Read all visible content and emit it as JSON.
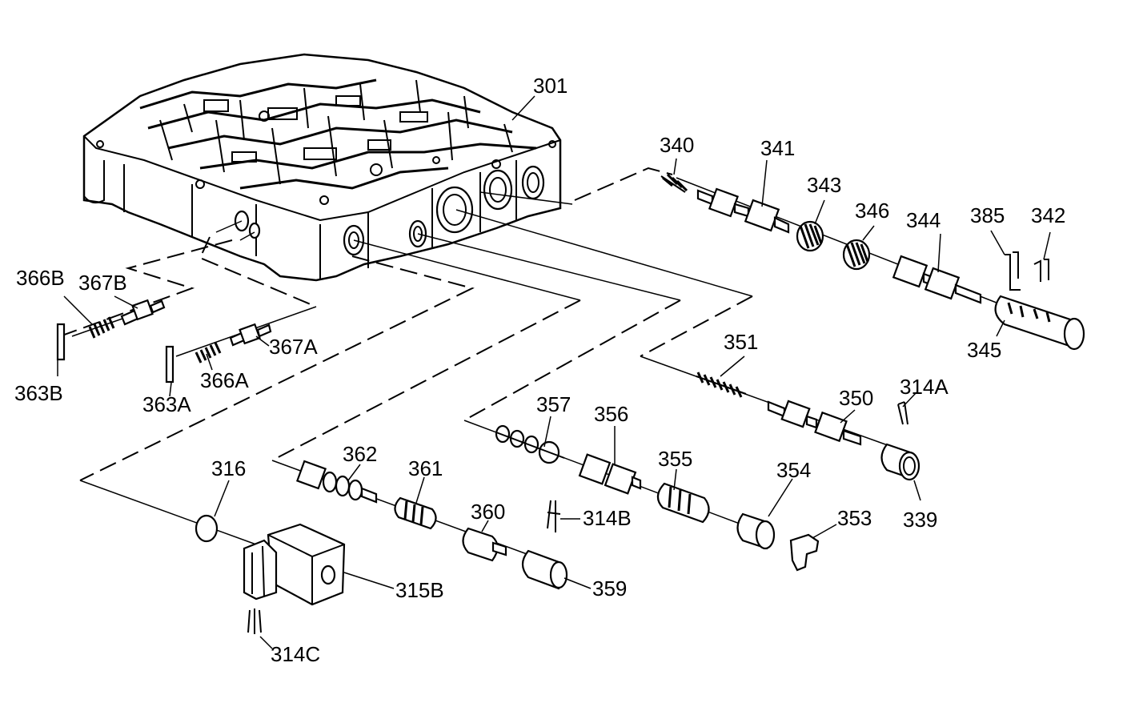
{
  "labels": {
    "l301": "301",
    "l340": "340",
    "l341": "341",
    "l343": "343",
    "l346": "346",
    "l344": "344",
    "l385": "385",
    "l342": "342",
    "l345": "345",
    "l366B": "366B",
    "l367B": "367B",
    "l367A": "367A",
    "l366A": "366A",
    "l363B": "363B",
    "l363A": "363A",
    "l351": "351",
    "l350": "350",
    "l314A": "314A",
    "l339": "339",
    "l357": "357",
    "l356": "356",
    "l355": "355",
    "l354": "354",
    "l353": "353",
    "l362": "362",
    "l361": "361",
    "l360": "360",
    "l314B": "314B",
    "l359": "359",
    "l316": "316",
    "l315B": "315B",
    "l314C": "314C"
  },
  "colors": {
    "ink": "#000000",
    "paper": "#ffffff"
  }
}
